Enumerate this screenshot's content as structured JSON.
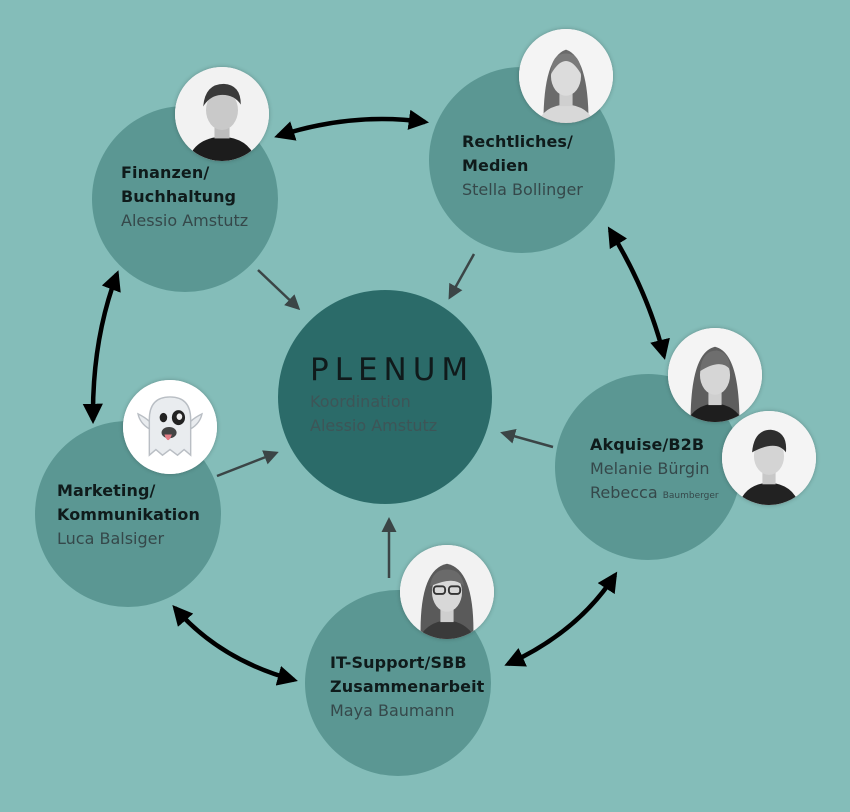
{
  "center": {
    "title": "PLENUM",
    "subtitle": "Koordination",
    "person": "Alessio Amstutz"
  },
  "nodes": {
    "finanzen": {
      "title_1": "Finanzen/",
      "title_2": "Buchhaltung",
      "person": "Alessio Amstutz"
    },
    "recht": {
      "title_1": "Rechtliches/",
      "title_2": "Medien",
      "person": "Stella Bollinger"
    },
    "akquise": {
      "title_1": "Akquise/B2B",
      "person_1": "Melanie Bürgin",
      "person_2_first": "Rebecca",
      "person_2_last": "Baumberger"
    },
    "it": {
      "title_1": "IT-Support/SBB",
      "title_2": "Zusammenarbeit",
      "person": "Maya Baumann"
    },
    "marketing": {
      "title_1": "Marketing/",
      "title_2": "Kommunikation",
      "person": "Luca Balsiger"
    }
  },
  "avatars": [
    {
      "name": "finanzen",
      "icon": "person-photo"
    },
    {
      "name": "recht",
      "icon": "person-photo"
    },
    {
      "name": "akquise-1",
      "icon": "person-photo"
    },
    {
      "name": "akquise-2",
      "icon": "person-photo"
    },
    {
      "name": "it",
      "icon": "person-photo"
    },
    {
      "name": "marketing",
      "icon": "ghost-emoji"
    }
  ],
  "colors": {
    "background": "#84bdb9",
    "node": "#5b9793",
    "center": "#2b6b69",
    "arrow_bold": "#000000",
    "arrow_thin": "#3b4546"
  }
}
